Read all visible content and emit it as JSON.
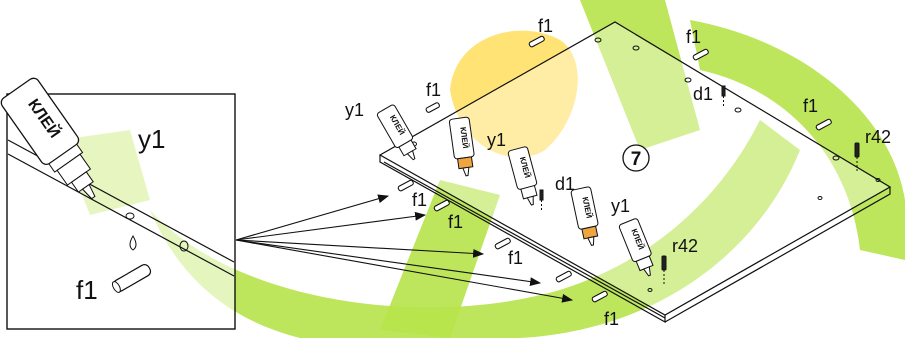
{
  "step_number": "7",
  "labels": {
    "f1": "f1",
    "y1": "y1",
    "d1": "d1",
    "r42": "r42"
  },
  "glue_text": "КЛЕЙ",
  "colors": {
    "watermark_green": "#b7e34a",
    "watermark_yellow": "#ffe066",
    "line": "#111111",
    "panel": "#ffffff",
    "bottle_cap_orange": "#f0a640"
  },
  "icons": [
    "glue-bottle-icon",
    "wooden-dowel-icon",
    "screw-icon",
    "cam-pin-icon"
  ]
}
